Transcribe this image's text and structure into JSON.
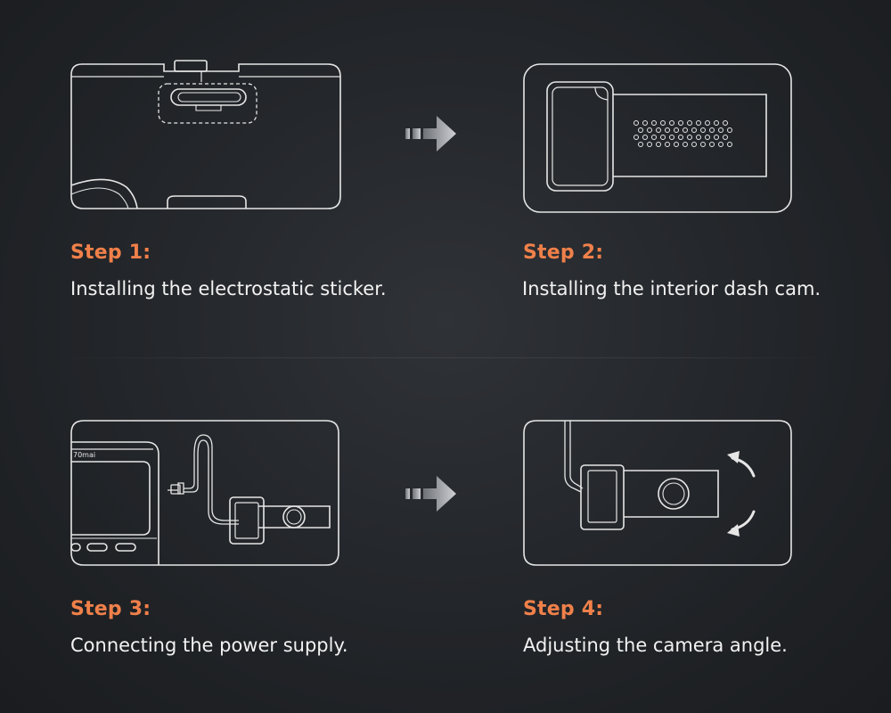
{
  "steps": [
    {
      "title": "Step 1:",
      "description": "Installing the electrostatic sticker."
    },
    {
      "title": "Step 2:",
      "description": "Installing the interior dash cam."
    },
    {
      "title": "Step 3:",
      "description": "Connecting the power supply."
    },
    {
      "title": "Step 4:",
      "description": "Adjusting the camera angle."
    }
  ],
  "brand_mark": "70mai",
  "icons": {
    "next_arrow": "arrow-right-icon",
    "rotate_arrows": "rotate-arrows-icon"
  },
  "colors": {
    "accent": "#f0804a",
    "text": "#f2f2f2",
    "line": "#e6e6e6",
    "background": "#24272b"
  }
}
